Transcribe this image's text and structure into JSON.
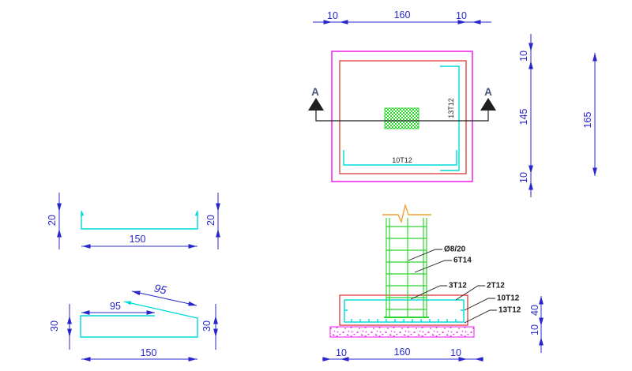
{
  "colors": {
    "dimension_blue": "#2626CC",
    "rebar_cyan": "#00DADA",
    "footing_red": "#E04848",
    "outline_magenta": "#EE2BEE",
    "column_green": "#2FD42F",
    "break_line_orange": "#F0A22E",
    "section_line_black": "#1E1E1E",
    "marker_text_color": "#4A5578",
    "label_black": "#1A1A1A"
  },
  "plan_view": {
    "dim_top_left": "10",
    "dim_top_middle": "160",
    "dim_top_right": "10",
    "dim_right_top": "10",
    "dim_right_middle": "145",
    "dim_right_bottom": "10",
    "dim_right_overall": "165",
    "section_marker_left": "A",
    "section_marker_right": "A",
    "rebar_vertical_label": "13T12",
    "rebar_horizontal_label": "10T12"
  },
  "bar_details": {
    "straight_bar": {
      "dim_left_height": "20",
      "dim_length": "150",
      "dim_right_height": "20"
    },
    "bent_bar": {
      "dim_diagonal": "95",
      "dim_top": "95",
      "dim_left_height": "30",
      "dim_length": "150",
      "dim_right_height": "30"
    }
  },
  "section_view": {
    "callout_stirrups": "Ø8/20",
    "callout_column_bars": "6T14",
    "callout_top_bars": "3T12",
    "callout_side_bars": "2T12",
    "callout_bottom_bars": "10T12",
    "callout_distribution_bars": "13T12",
    "dim_bottom_left": "10",
    "dim_bottom_middle": "160",
    "dim_bottom_right": "10",
    "dim_right_footing": "40",
    "dim_right_lean": "10"
  }
}
